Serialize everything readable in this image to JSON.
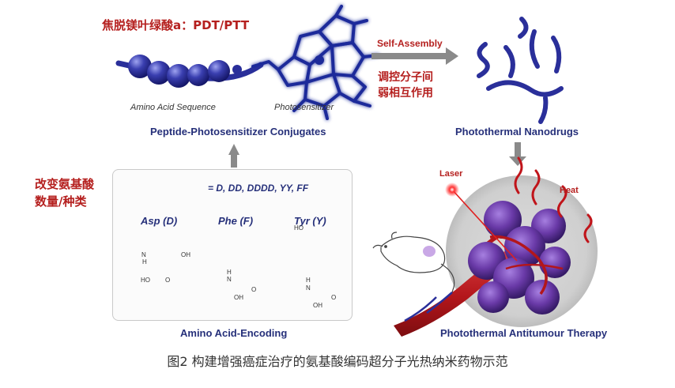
{
  "top_label": "焦脱镁叶绿酸a：PDT/PTT",
  "amino_acid_sequence": "Amino Acid Sequence",
  "photosensitizer": "Photosensitizer",
  "conjugates_title": "Peptide-Photosensitizer Conjugates",
  "self_assembly": "Self-Assembly",
  "regulate_line1": "调控分子间",
  "regulate_line2": "弱相互作用",
  "nanodrugs_title": "Photothermal Nanodrugs",
  "change_line1": "改变氨基酸",
  "change_line2": "数量/种类",
  "sequences": "= D, DD, DDDD, YY, FF",
  "asp_name": "Asp (D)",
  "phe_name": "Phe (F)",
  "tyr_name": "Tyr (Y)",
  "chem": {
    "nh": "N",
    "h": "H",
    "oh": "OH",
    "ho": "HO",
    "o": "O"
  },
  "encoding_title": "Amino Acid-Encoding",
  "laser": "Laser",
  "heat": "Heat",
  "therapy_title": "Photothermal  Antitumour Therapy",
  "caption": "图2 构建增强癌症治疗的氨基酸编码超分子光热纳米药物示范",
  "colors": {
    "bead_blue": "#3a3fb0",
    "chain_blue": "#2a2f9a",
    "title_blue": "#26307a",
    "accent_red": "#b5201f",
    "tumor_purple": "#6a3aa8",
    "vessel_red": "#b3161b",
    "arrow_gray": "#8a8a8a"
  }
}
